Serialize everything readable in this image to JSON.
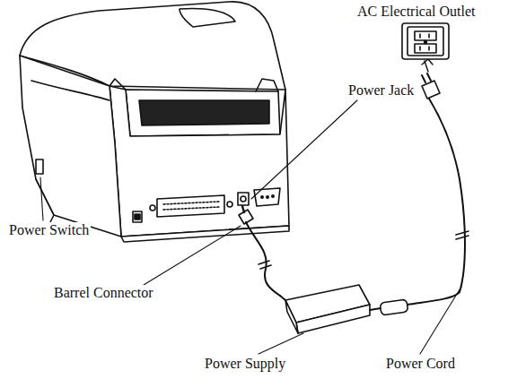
{
  "diagram": {
    "labels": [
      "AC Electrical Outlet",
      "Power Jack",
      "Power Switch",
      "Barrel Connector",
      "Power Supply",
      "Power Cord"
    ]
  }
}
